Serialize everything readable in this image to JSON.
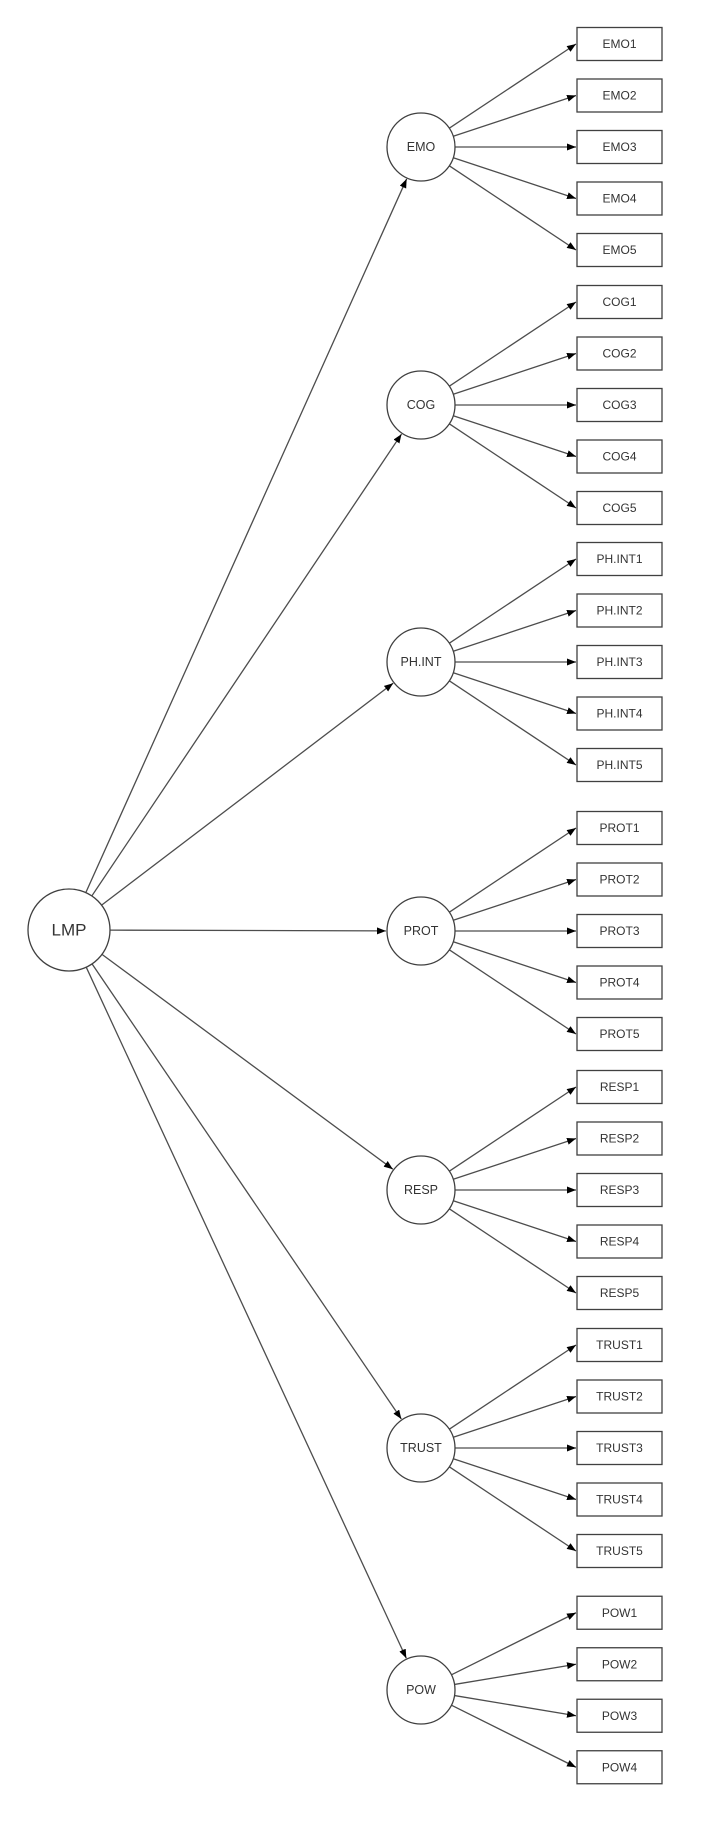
{
  "latent": {
    "label": "LMP"
  },
  "factors": [
    {
      "label": "EMO",
      "indicators": [
        "EMO1",
        "EMO2",
        "EMO3",
        "EMO4",
        "EMO5"
      ]
    },
    {
      "label": "COG",
      "indicators": [
        "COG1",
        "COG2",
        "COG3",
        "COG4",
        "COG5"
      ]
    },
    {
      "label": "PH.INT",
      "indicators": [
        "PH.INT1",
        "PH.INT2",
        "PH.INT3",
        "PH.INT4",
        "PH.INT5"
      ]
    },
    {
      "label": "PROT",
      "indicators": [
        "PROT1",
        "PROT2",
        "PROT3",
        "PROT4",
        "PROT5"
      ]
    },
    {
      "label": "RESP",
      "indicators": [
        "RESP1",
        "RESP2",
        "RESP3",
        "RESP4",
        "RESP5"
      ]
    },
    {
      "label": "TRUST",
      "indicators": [
        "TRUST1",
        "TRUST2",
        "TRUST3",
        "TRUST4",
        "TRUST5"
      ]
    },
    {
      "label": "POW",
      "indicators": [
        "POW1",
        "POW2",
        "POW3",
        "POW4"
      ]
    }
  ],
  "colors": {
    "background": "#ffffff",
    "line": "#4d4d4d",
    "shape_border": "#404040",
    "shape_fill": "#ffffff",
    "arrowhead": "#000000",
    "text": "#333333"
  }
}
